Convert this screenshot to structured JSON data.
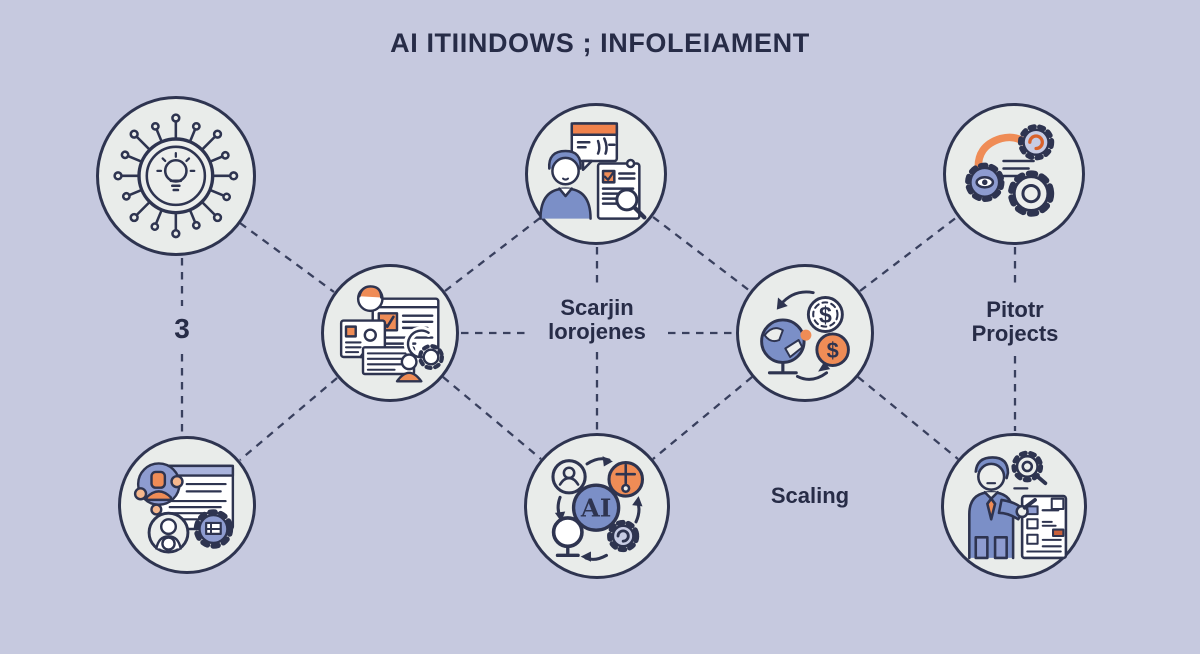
{
  "title": "AI ITIINDOWS ; INFOLEIAMENT",
  "labels": {
    "left_number": "3",
    "center_connector": "Scarjin\nlorojenes",
    "right_connector": "Pitotr\nProjects",
    "bottom_connector": "Scaling"
  },
  "icon_text": {
    "ai_badge": "AI",
    "dollar_light_coin": "$",
    "dollar_orange_coin": "$"
  },
  "icons": [
    "ai-circuit-bulb-icon",
    "person-report-search-icon",
    "automation-gears-eye-icon",
    "team-documents-icon",
    "globe-currency-exchange-icon",
    "workforce-window-gear-icon",
    "ai-process-cycle-icon",
    "presenter-checklist-icon"
  ],
  "colors": {
    "background": "#c6c9df",
    "node_fill": "#e9ecea",
    "outline": "#2e3450",
    "accent_orange": "#ef8c56",
    "accent_orange_header": "#f0824c",
    "accent_blue": "#7b8fc7",
    "accent_blue_light": "#8e9cd0",
    "text": "#272c47"
  }
}
